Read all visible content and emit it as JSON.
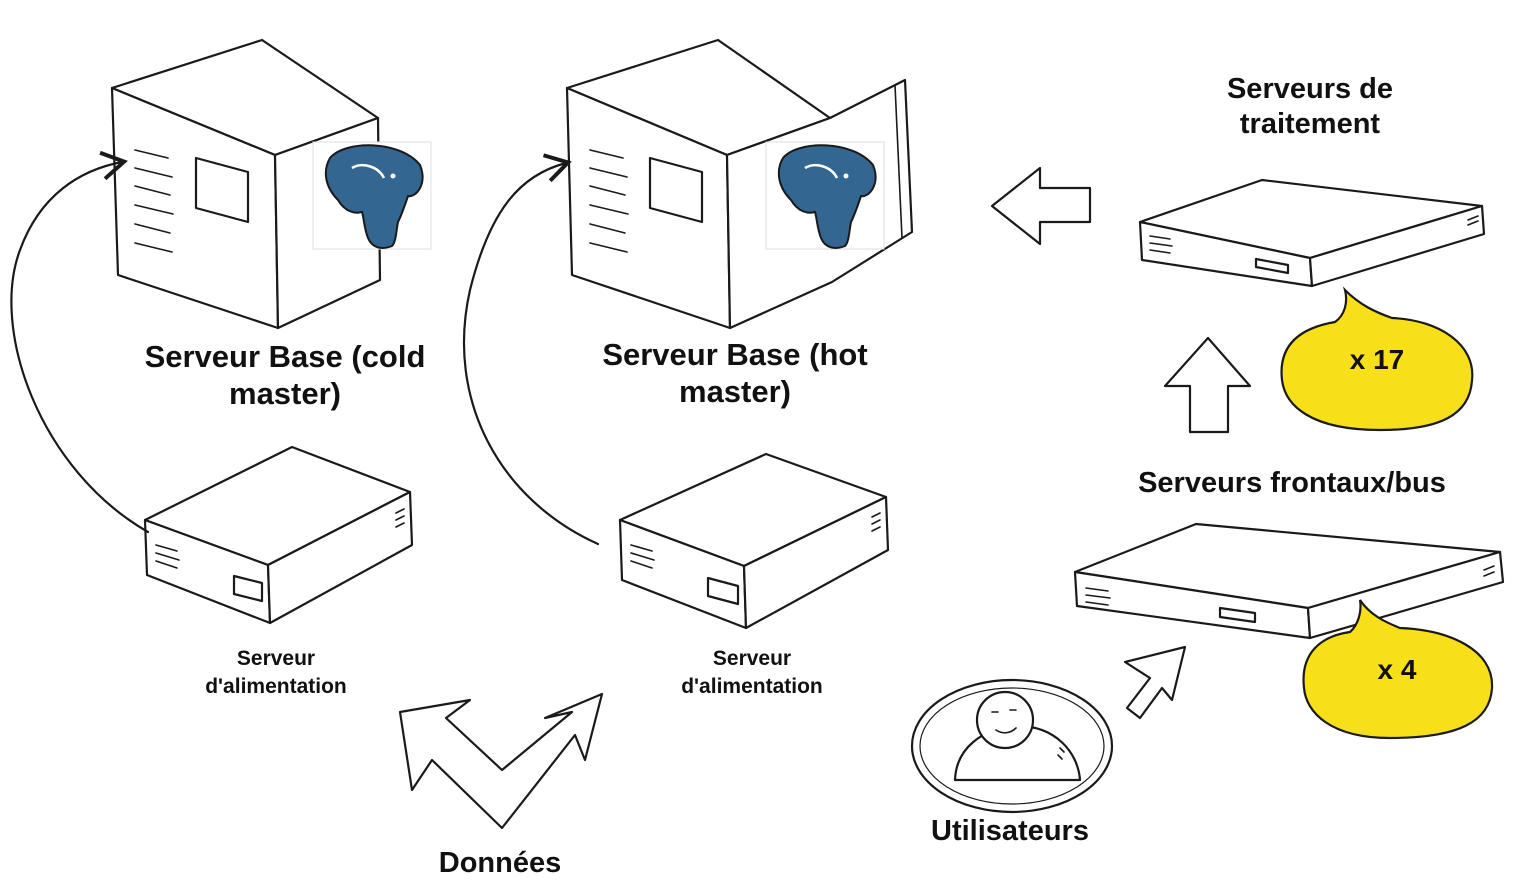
{
  "colors": {
    "bubble_fill": "#f7e01a",
    "postgres_blue": "#336791",
    "ink": "#1a1a1a"
  },
  "nodes": {
    "cold_master": {
      "label": "Serveur Base (cold master)",
      "icon": "postgresql-elephant-icon"
    },
    "hot_master": {
      "label": "Serveur Base (hot master)",
      "icon": "postgresql-elephant-icon"
    },
    "feed_server_left": {
      "label": "Serveur d'alimentation"
    },
    "feed_server_right": {
      "label": "Serveur d'alimentation"
    },
    "processing_servers": {
      "label": "Serveurs de traitement",
      "count": "x 17"
    },
    "frontend_servers": {
      "label": "Serveurs frontaux/bus",
      "count": "x 4"
    },
    "users": {
      "label": "Utilisateurs",
      "icon": "user-icon"
    },
    "data": {
      "label": "Données",
      "icon": "bidirectional-arrow-icon"
    }
  }
}
